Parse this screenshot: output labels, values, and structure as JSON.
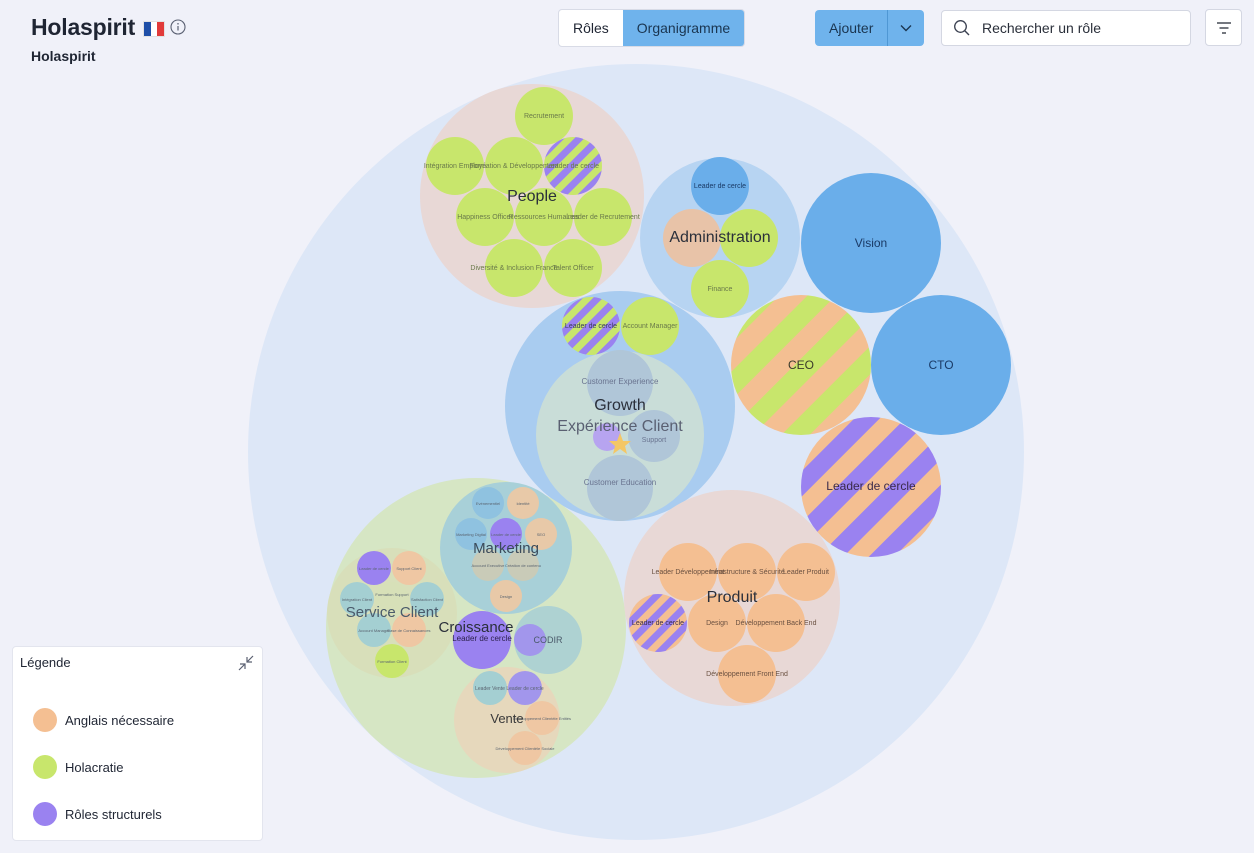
{
  "header": {
    "org_name": "Holaspirit",
    "subtitle": "Holaspirit",
    "flag_icon": "france-flag-icon",
    "info_icon": "info-icon"
  },
  "view_toggle": {
    "tabs": [
      {
        "label": "Rôles",
        "active": false
      },
      {
        "label": "Organigramme",
        "active": true
      }
    ]
  },
  "actions": {
    "add_label": "Ajouter",
    "add_caret_icon": "chevron-down-icon",
    "search_placeholder": "Rechercher un rôle",
    "search_icon": "search-icon",
    "filter_icon": "filter-icon"
  },
  "colors": {
    "background": "#f0f1f9",
    "accent": "#6fb3ec",
    "root_circle": "#dde7f7",
    "blue_role": "#6aaeea",
    "anglais": "#f4bf92",
    "holacratie": "#c8e66c",
    "structurel": "#9a82f0"
  },
  "legend": {
    "title": "Légende",
    "collapse_icon": "collapse-arrows-icon",
    "items": [
      {
        "label": "Anglais nécessaire",
        "color": "#f4bf92"
      },
      {
        "label": "Holacratie",
        "color": "#c8e66c"
      },
      {
        "label": "Rôles structurels",
        "color": "#9a82f0"
      }
    ]
  },
  "org_chart": {
    "root_label": "",
    "circles": [
      {
        "label": "People",
        "roles": [
          "Recrutement",
          "Intégration Employé",
          "Formation & Développement",
          "Leader de cercle",
          "Happiness Officer",
          "Ressources Humaines",
          "Leader de Recrutement",
          "Diversité & Inclusion France",
          "Talent Officer"
        ]
      },
      {
        "label": "Administration",
        "roles": [
          "Leader de cercle",
          "Finance"
        ]
      },
      {
        "label": "Growth",
        "roles": [
          "Leader de cercle",
          "Account Manager"
        ]
      },
      {
        "label": "Expérience Client",
        "roles": [
          "Customer Experience",
          "Support",
          "Customer Education"
        ]
      },
      {
        "label": "Croissance",
        "roles": [
          "Leader de cercle",
          "CODIR"
        ]
      },
      {
        "label": "Marketing",
        "roles": [
          "Evénementiel",
          "Identité",
          "Marketing Digital",
          "Leader de cercle",
          "SEO",
          "Account Executive",
          "Création de contenu",
          "Design"
        ]
      },
      {
        "label": "Service Client",
        "roles": [
          "Leader de cercle",
          "Support Client",
          "Intégration Client",
          "Formation Support",
          "Satisfaction Client",
          "Account Manager",
          "Base de Connaissances",
          "Formation Client"
        ]
      },
      {
        "label": "Vente",
        "roles": [
          "Leader Vente",
          "Leader de cercle",
          "Développement Clientèle Entités",
          "Développement Clientèle Sociale"
        ]
      },
      {
        "label": "Produit",
        "roles": [
          "Leader Développement",
          "Infrastructure & Sécurité",
          "Leader Produit",
          "Leader de cercle",
          "Design",
          "Développement Back End",
          "Développement Front End"
        ]
      }
    ],
    "top_roles": [
      "Vision",
      "CEO",
      "CTO",
      "Leader de cercle"
    ]
  }
}
